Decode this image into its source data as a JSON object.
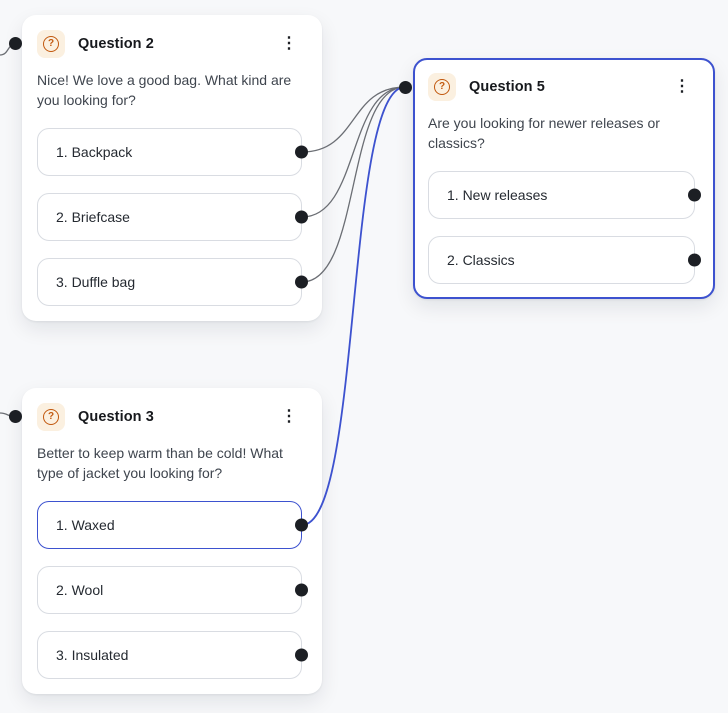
{
  "colors": {
    "canvas-bg": "#f7f8fa",
    "card-bg": "#ffffff",
    "accent-blue": "#3d52cf",
    "edge-gray": "#6b6e74",
    "handle-black": "#1c1f24",
    "icon-orange": "#c2590f",
    "icon-chip-bg": "#fbf0e0",
    "option-border": "#d9dce2",
    "title-color": "#17191d",
    "body-color": "#3f454e",
    "option-text": "#252a31"
  },
  "icons": {
    "kebab": "⋮",
    "question_mark": "?"
  },
  "cards": [
    {
      "id": "question-2",
      "title": "Question 2",
      "body": "Nice! We love a good bag. What kind are you looking for?",
      "selected": false,
      "options": [
        {
          "label": "1. Backpack",
          "selected": false
        },
        {
          "label": "2. Briefcase",
          "selected": false
        },
        {
          "label": "3. Duffle bag",
          "selected": false
        }
      ]
    },
    {
      "id": "question-5",
      "title": "Question 5",
      "body": "Are you looking for newer releases or classics?",
      "selected": true,
      "options": [
        {
          "label": "1. New releases",
          "selected": false
        },
        {
          "label": "2. Classics",
          "selected": false
        }
      ]
    },
    {
      "id": "question-3",
      "title": "Question 3",
      "body": "Better to keep warm than be cold! What type of jacket you looking for?",
      "selected": false,
      "options": [
        {
          "label": "1. Waxed",
          "selected": true
        },
        {
          "label": "2. Wool",
          "selected": false
        },
        {
          "label": "3. Insulated",
          "selected": false
        }
      ]
    }
  ]
}
